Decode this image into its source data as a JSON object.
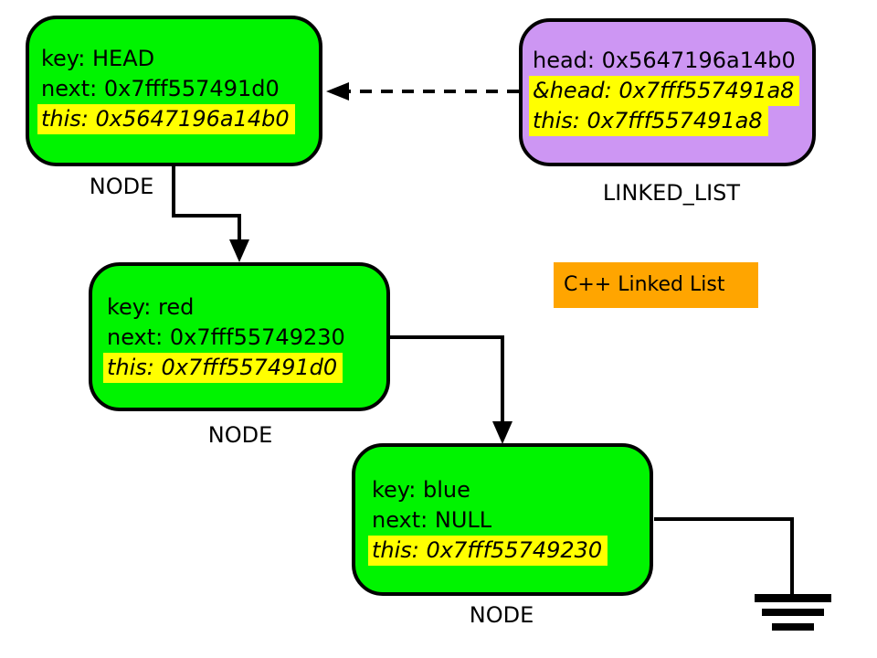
{
  "banner": {
    "label": "C++ Linked List"
  },
  "nodes": {
    "head": {
      "label": "NODE",
      "line1": "key: HEAD",
      "line2": "next: 0x7fff557491d0",
      "line3": "this: 0x5647196a14b0"
    },
    "list": {
      "label": "LINKED_LIST",
      "line1": "head: 0x5647196a14b0",
      "line2": "&head: 0x7fff557491a8",
      "line3": "this: 0x7fff557491a8"
    },
    "red": {
      "label": "NODE",
      "line1": "key: red",
      "line2": "next: 0x7fff55749230",
      "line3": "this: 0x7fff557491d0"
    },
    "blue": {
      "label": "NODE",
      "line1": "key: blue",
      "line2": "next: NULL",
      "line3": "this: 0x7fff55749230"
    }
  },
  "colors": {
    "node_fill": "#00F400",
    "list_fill": "#CD96F3",
    "banner_fill": "#FFA500",
    "highlight": "#FFFF00",
    "stroke": "#000000",
    "background": "#FFFFFF"
  }
}
